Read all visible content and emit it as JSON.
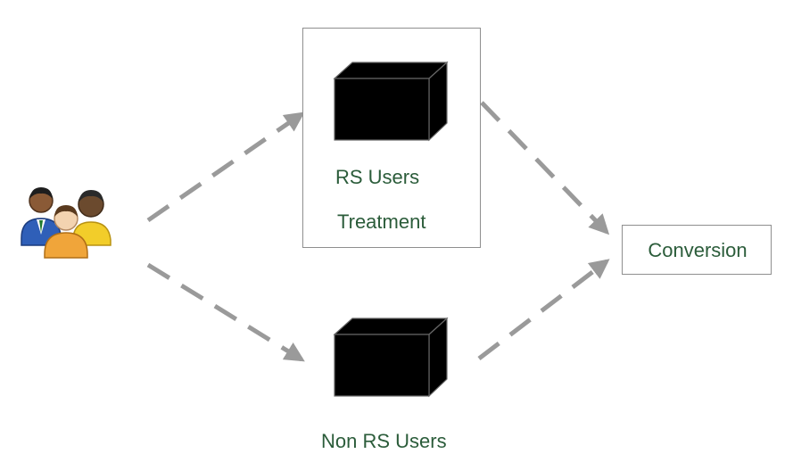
{
  "diagram": {
    "treatment_group": {
      "title": "RS Users",
      "subtitle": "Treatment"
    },
    "control_group": {
      "title": "Non RS Users"
    },
    "outcome": {
      "label": "Conversion"
    },
    "source_icon": "users-group-icon",
    "group_icon": "black-box-icon",
    "colors": {
      "label_text": "#2b5c3a",
      "arrow": "#9a9a9a",
      "box_border": "#8f8f8f",
      "cube_fill": "#000000"
    }
  }
}
